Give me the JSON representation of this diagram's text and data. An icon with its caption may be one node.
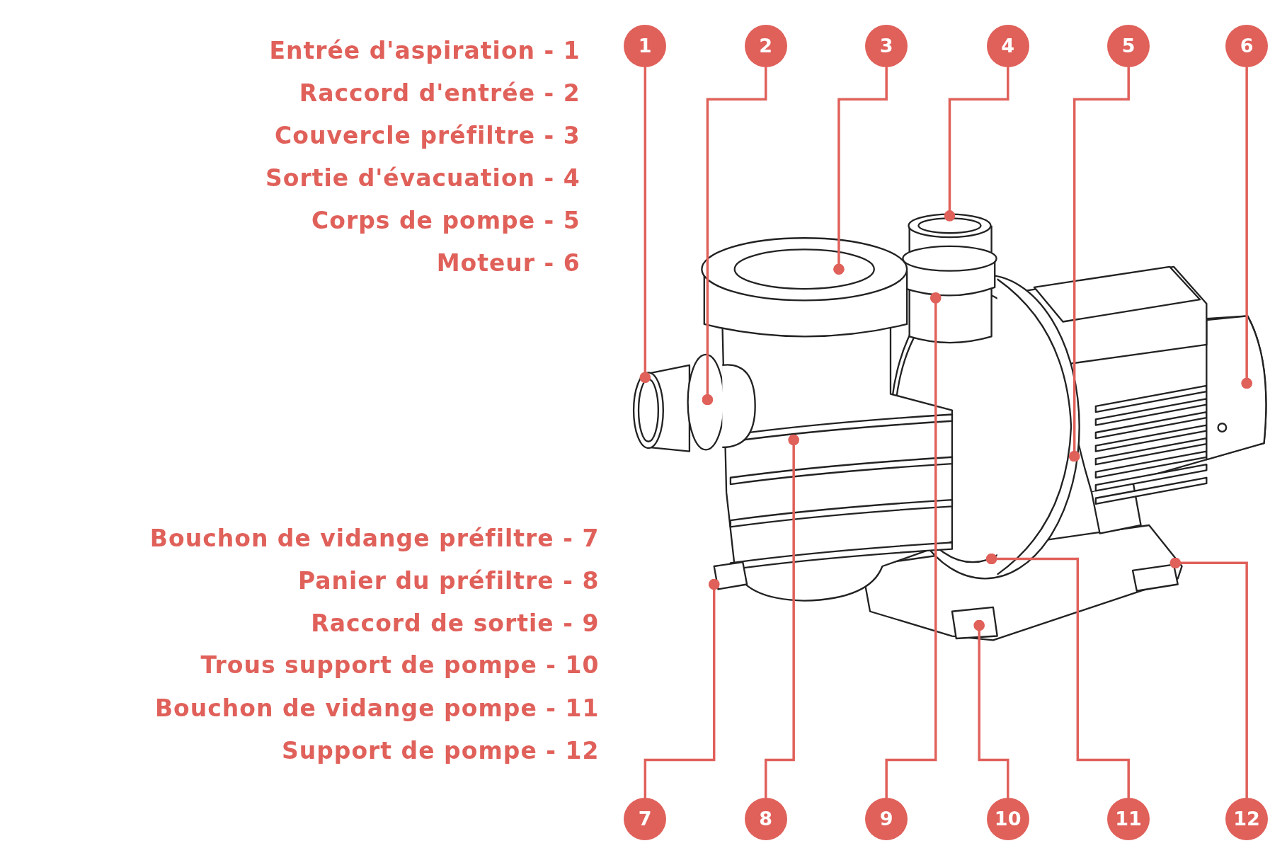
{
  "diagram": {
    "nodes": [
      {
        "text": [
          "1"
        ]
      },
      {
        "text": [
          "2"
        ]
      },
      {
        "text": [
          "3"
        ]
      },
      {
        "text": [
          "4"
        ]
      },
      {
        "text": [
          "5"
        ]
      },
      {
        "text": [
          "6"
        ]
      },
      {
        "text": [
          "7"
        ]
      },
      {
        "text": [
          "8"
        ]
      },
      {
        "text": [
          "9"
        ]
      },
      {
        "text": [
          "10"
        ]
      },
      {
        "text": [
          "11"
        ]
      },
      {
        "text": [
          "12"
        ]
      }
    ],
    "edges": [
      {
        "from": 0,
        "to": null,
        "arrow": "other"
      },
      {
        "from": 1,
        "to": null,
        "arrow": "other"
      },
      {
        "from": 2,
        "to": null,
        "arrow": "other"
      },
      {
        "from": 3,
        "to": null,
        "arrow": "other"
      },
      {
        "from": 4,
        "to": null,
        "arrow": "other"
      },
      {
        "from": 5,
        "to": null,
        "arrow": "other"
      },
      {
        "from": 6,
        "to": null,
        "arrow": "other"
      },
      {
        "from": 7,
        "to": null,
        "arrow": "other"
      },
      {
        "from": 8,
        "to": null,
        "arrow": "other"
      },
      {
        "from": 9,
        "to": null,
        "arrow": "other"
      },
      {
        "from": 10,
        "to": null,
        "arrow": "other"
      },
      {
        "from": 11,
        "to": null,
        "arrow": "other"
      }
    ],
    "labels": [
      "Entrée d'aspiration - 1",
      "Raccord d'entrée - 2",
      "Couvercle préfiltre - 3",
      "Sortie d'évacuation - 4",
      "Corps de pompe - 5",
      "Moteur - 6",
      "Bouchon de vidange préfiltre - 7",
      "Panier du préfiltre - 8",
      "Raccord de sortie - 9",
      "Trous support de pompe - 10",
      "Bouchon de vidange pompe - 11",
      "Support de pompe - 12"
    ]
  }
}
